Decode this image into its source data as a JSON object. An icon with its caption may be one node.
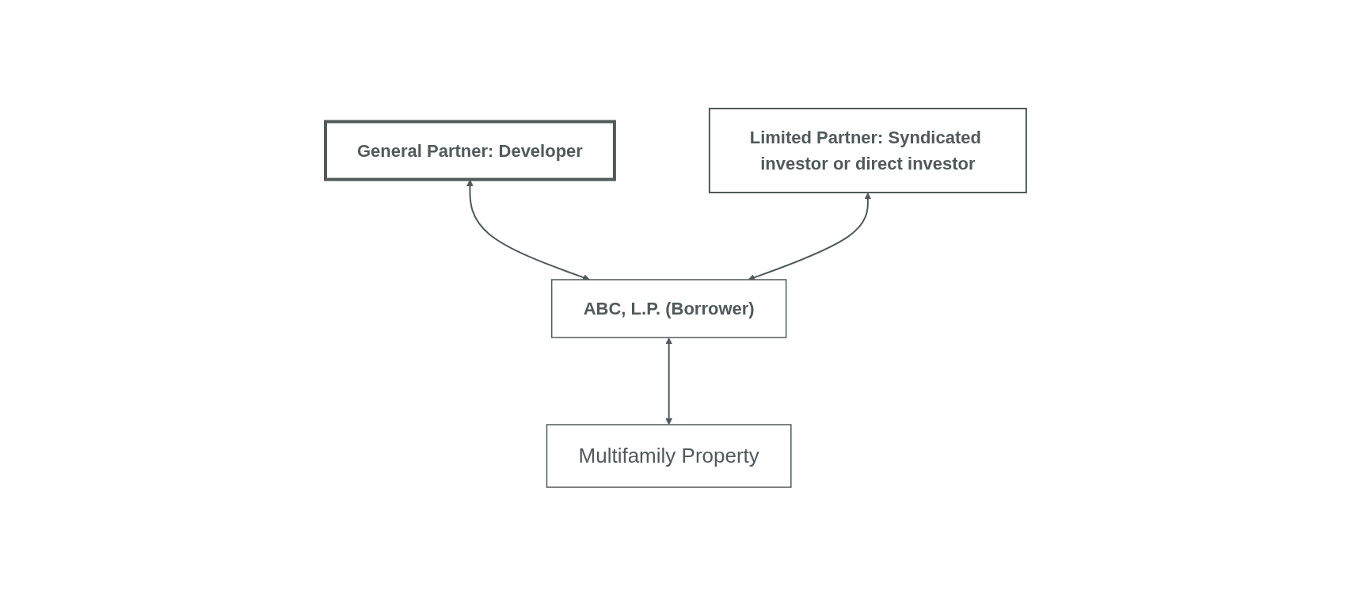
{
  "diagram": {
    "nodes": [
      {
        "text": [
          "General Partner: Developer"
        ]
      },
      {
        "text": [
          "Limited Partner: Syndicated investor or direct investor"
        ]
      },
      {
        "text": [
          "ABC, L.P. (Borrower)"
        ]
      },
      {
        "text": [
          "Multifamily Property"
        ]
      }
    ],
    "edges": [
      {
        "from": 0,
        "to": 2,
        "arrow": "both"
      },
      {
        "from": 1,
        "to": 2,
        "arrow": "both"
      },
      {
        "from": 2,
        "to": 3,
        "arrow": "both"
      }
    ]
  }
}
